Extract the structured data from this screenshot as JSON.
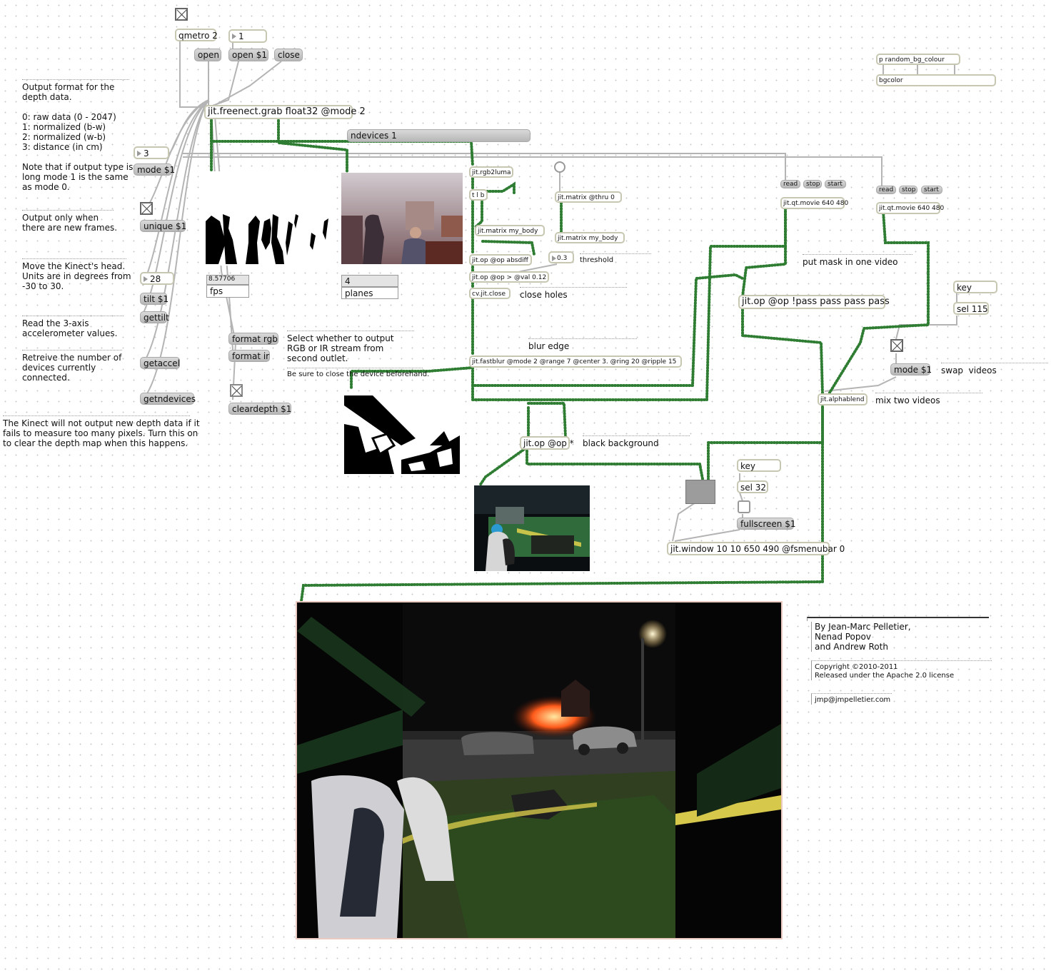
{
  "objects": {
    "qmetro": "qmetro 2",
    "grab": "jit.freenect.grab float32 @mode 2",
    "rgb2luma": "jit.rgb2luma",
    "tb": "t l b",
    "matrix_thru": "jit.matrix @thru 0",
    "matrix_body1": "jit.matrix my_body",
    "matrix_body2": "jit.matrix my_body",
    "op_absdiff": "jit.op @op absdiff",
    "op_gt": "jit.op @op > @val 0.12",
    "cv_close": "cv.jit.close",
    "fastblur": "jit.fastblur @mode 2 @range 7 @center 3. @ring 20 @ripple 15",
    "op_mult": "jit.op @op *",
    "qtmovie1": "jit.qt.movie 640 480",
    "qtmovie2": "jit.qt.movie 640 480",
    "op_pass": "jit.op @op !pass pass pass pass",
    "alphablend": "jit.alphablend",
    "key1": "key",
    "sel115": "sel 115",
    "key2": "key",
    "sel32": "sel 32",
    "window": "jit.window 10 10 650 490 @fsmenubar 0",
    "random_bg": "p random_bg_colour",
    "bgcolor": "bgcolor"
  },
  "messages": {
    "open": "open",
    "open1": "open $1",
    "close": "close",
    "ndevices": "ndevices 1",
    "mode": "mode $1",
    "unique": "unique $1",
    "tilt": "tilt $1",
    "gettilt": "gettilt",
    "getaccel": "getaccel",
    "getndevices": "getndevices",
    "format_rgb": "format rgb",
    "format_ir": "format ir",
    "cleardepth": "cleardepth $1",
    "read1": "read",
    "stop1": "stop",
    "start1": "start",
    "read2": "read",
    "stop2": "stop",
    "start2": "start",
    "mode_swap": "mode $1",
    "fullscreen": "fullscreen $1"
  },
  "numbers": {
    "open_num": "1",
    "mode_num": "3",
    "tilt_num": "28",
    "threshold_num": "0.3",
    "fps_value": "8.57706",
    "planes_value": "4"
  },
  "labels": {
    "fps": "fps",
    "planes": "planes"
  },
  "comments": {
    "output_format": "Output format for the\ndepth data.\n\n0: raw data (0 - 2047)\n1: normalized (b-w)\n2: normalized (w-b)\n3: distance (in cm)\n\nNote that if output type is\nlong mode 1 is the same\nas mode 0.",
    "unique": "Output only when\nthere are new frames.",
    "tilt": "Move the Kinect's head.\nUnits are in degrees from\n-30 to 30.",
    "accel": "Read the 3-axis\naccelerometer values.",
    "ndevices": "Retreive the number of\ndevices currently\nconnected.",
    "cleardepth": "The Kinect will not output new depth data if it\nfails to measure too many pixels. Turn this on\nto clear the depth map when this happens.",
    "format": "Select whether to output\nRGB or IR stream from\nsecond outlet.",
    "format_note": "Be sure to close the device beforehand.",
    "threshold": "threshold",
    "close_holes": "close holes",
    "blur_edge": "blur edge",
    "black_bg": "black background",
    "put_mask": "put mask in one video",
    "swap": "swap  videos",
    "mix": "mix two videos",
    "credits": "By Jean-Marc Pelletier,\nNenad Popov\nand Andrew Roth",
    "copyright": "Copyright ©2010-2011\nReleased under the Apache 2.0 license",
    "email": "jmp@jmpelletier.com"
  },
  "colors": {
    "canvas": "#ffffff",
    "patchcord_video": "#2e7d32",
    "patchcord_control": "#b4b4b4",
    "object_border": "#c7c7b2"
  }
}
